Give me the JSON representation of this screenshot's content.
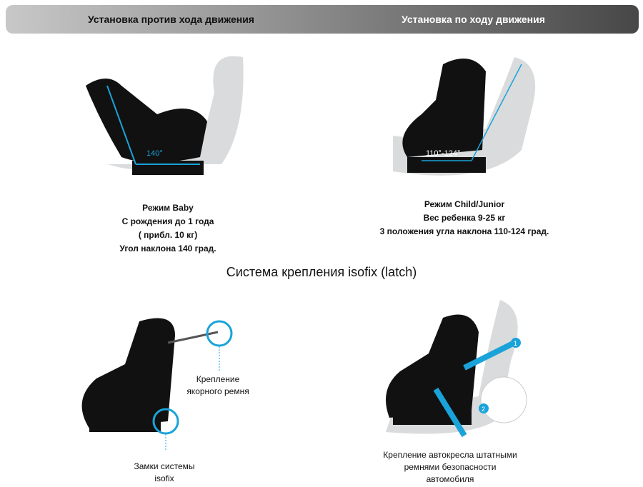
{
  "tabs": [
    {
      "label": "Установка против хода движения"
    },
    {
      "label": "Установка по ходу движения"
    }
  ],
  "modes": [
    {
      "lines": [
        "Режим Baby",
        "С рождения до 1 года",
        "( прибл. 10 кг)",
        "Угол наклона 140 град."
      ],
      "angle": "140°"
    },
    {
      "lines": [
        "Режим Child/Junior",
        "Вес ребенка 9-25 кг",
        "3 положения угла наклона 110-124 град."
      ],
      "angle": "110°-124°"
    }
  ],
  "isofix": {
    "title": "Система крепления isofix (latch)",
    "anchor": [
      "Крепление",
      "якорного ремня"
    ],
    "locks": [
      "Замки системы",
      "isofix"
    ],
    "belt": [
      "Крепление автокресла штатными",
      "ремнями безопасности",
      "автомобиля"
    ],
    "steps": [
      "1",
      "2"
    ]
  },
  "colors": {
    "accent": "#1aa3d9",
    "seat": "#111111",
    "car_seat_bg": "#d9dbdc"
  }
}
